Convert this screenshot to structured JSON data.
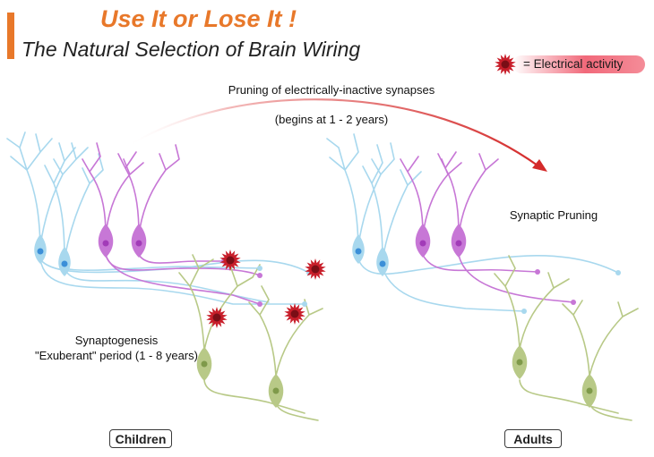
{
  "header": {
    "title": "Use It or Lose It !",
    "subtitle": "The Natural Selection of Brain Wiring"
  },
  "legend": {
    "label": "= Electrical activity",
    "icon": "electrical-activity-star-icon"
  },
  "arrow": {
    "label": "Pruning of electrically-inactive synapses",
    "sublabel": "(begins at 1 - 2 years)"
  },
  "children_panel": {
    "description_line1": "Synaptogenesis",
    "description_line2": "\"Exuberant\" period (1 - 8 years)",
    "button_label": "Children"
  },
  "adults_panel": {
    "description": "Synaptic Pruning",
    "button_label": "Adults"
  },
  "colors": {
    "title": "#E8782A",
    "accent_bar": "#E8782A",
    "legend_pill": "#F1697A",
    "arrow": "#D42A2A",
    "blue_neuron": "#A8D8EE",
    "blue_nucleus": "#3B8FD8",
    "purple_neuron": "#C777D6",
    "purple_nucleus": "#A23BB8",
    "green_neuron": "#B8C987",
    "green_nucleus": "#7F9A4A",
    "activity_star": "#C81E2A"
  }
}
